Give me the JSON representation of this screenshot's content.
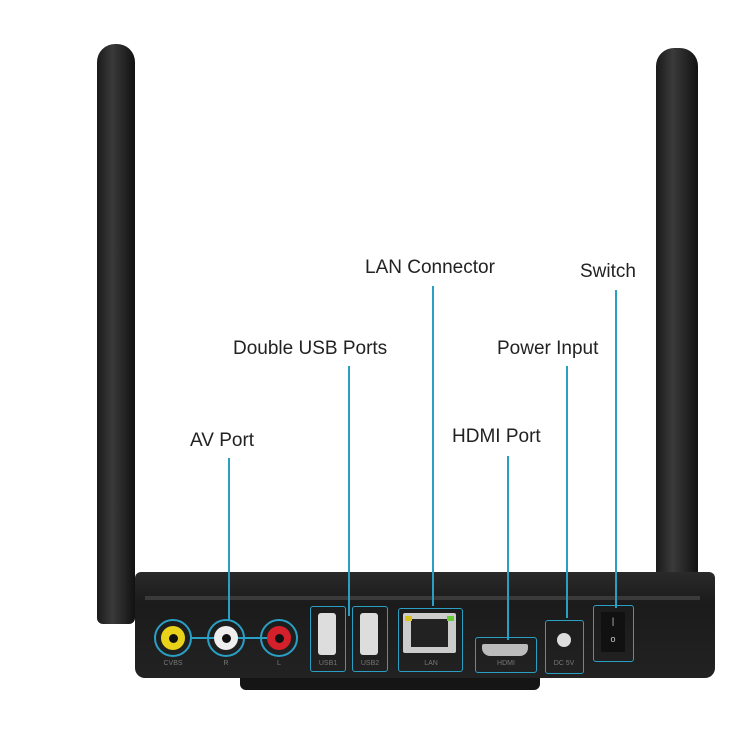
{
  "callouts": {
    "lan": "LAN Connector",
    "switch": "Switch",
    "usb": "Double USB Ports",
    "power": "Power Input",
    "av": "AV Port",
    "hdmi": "HDMI Port"
  },
  "port_labels": {
    "cvbs": "CVBS",
    "r": "R",
    "l": "L",
    "usb1": "USB1",
    "usb2": "USB2",
    "lan": "LAN",
    "hdmi": "HDMI",
    "dc": "DC 5V"
  },
  "colors": {
    "accent": "#2a9fc4",
    "device": "#1e1e1e"
  }
}
